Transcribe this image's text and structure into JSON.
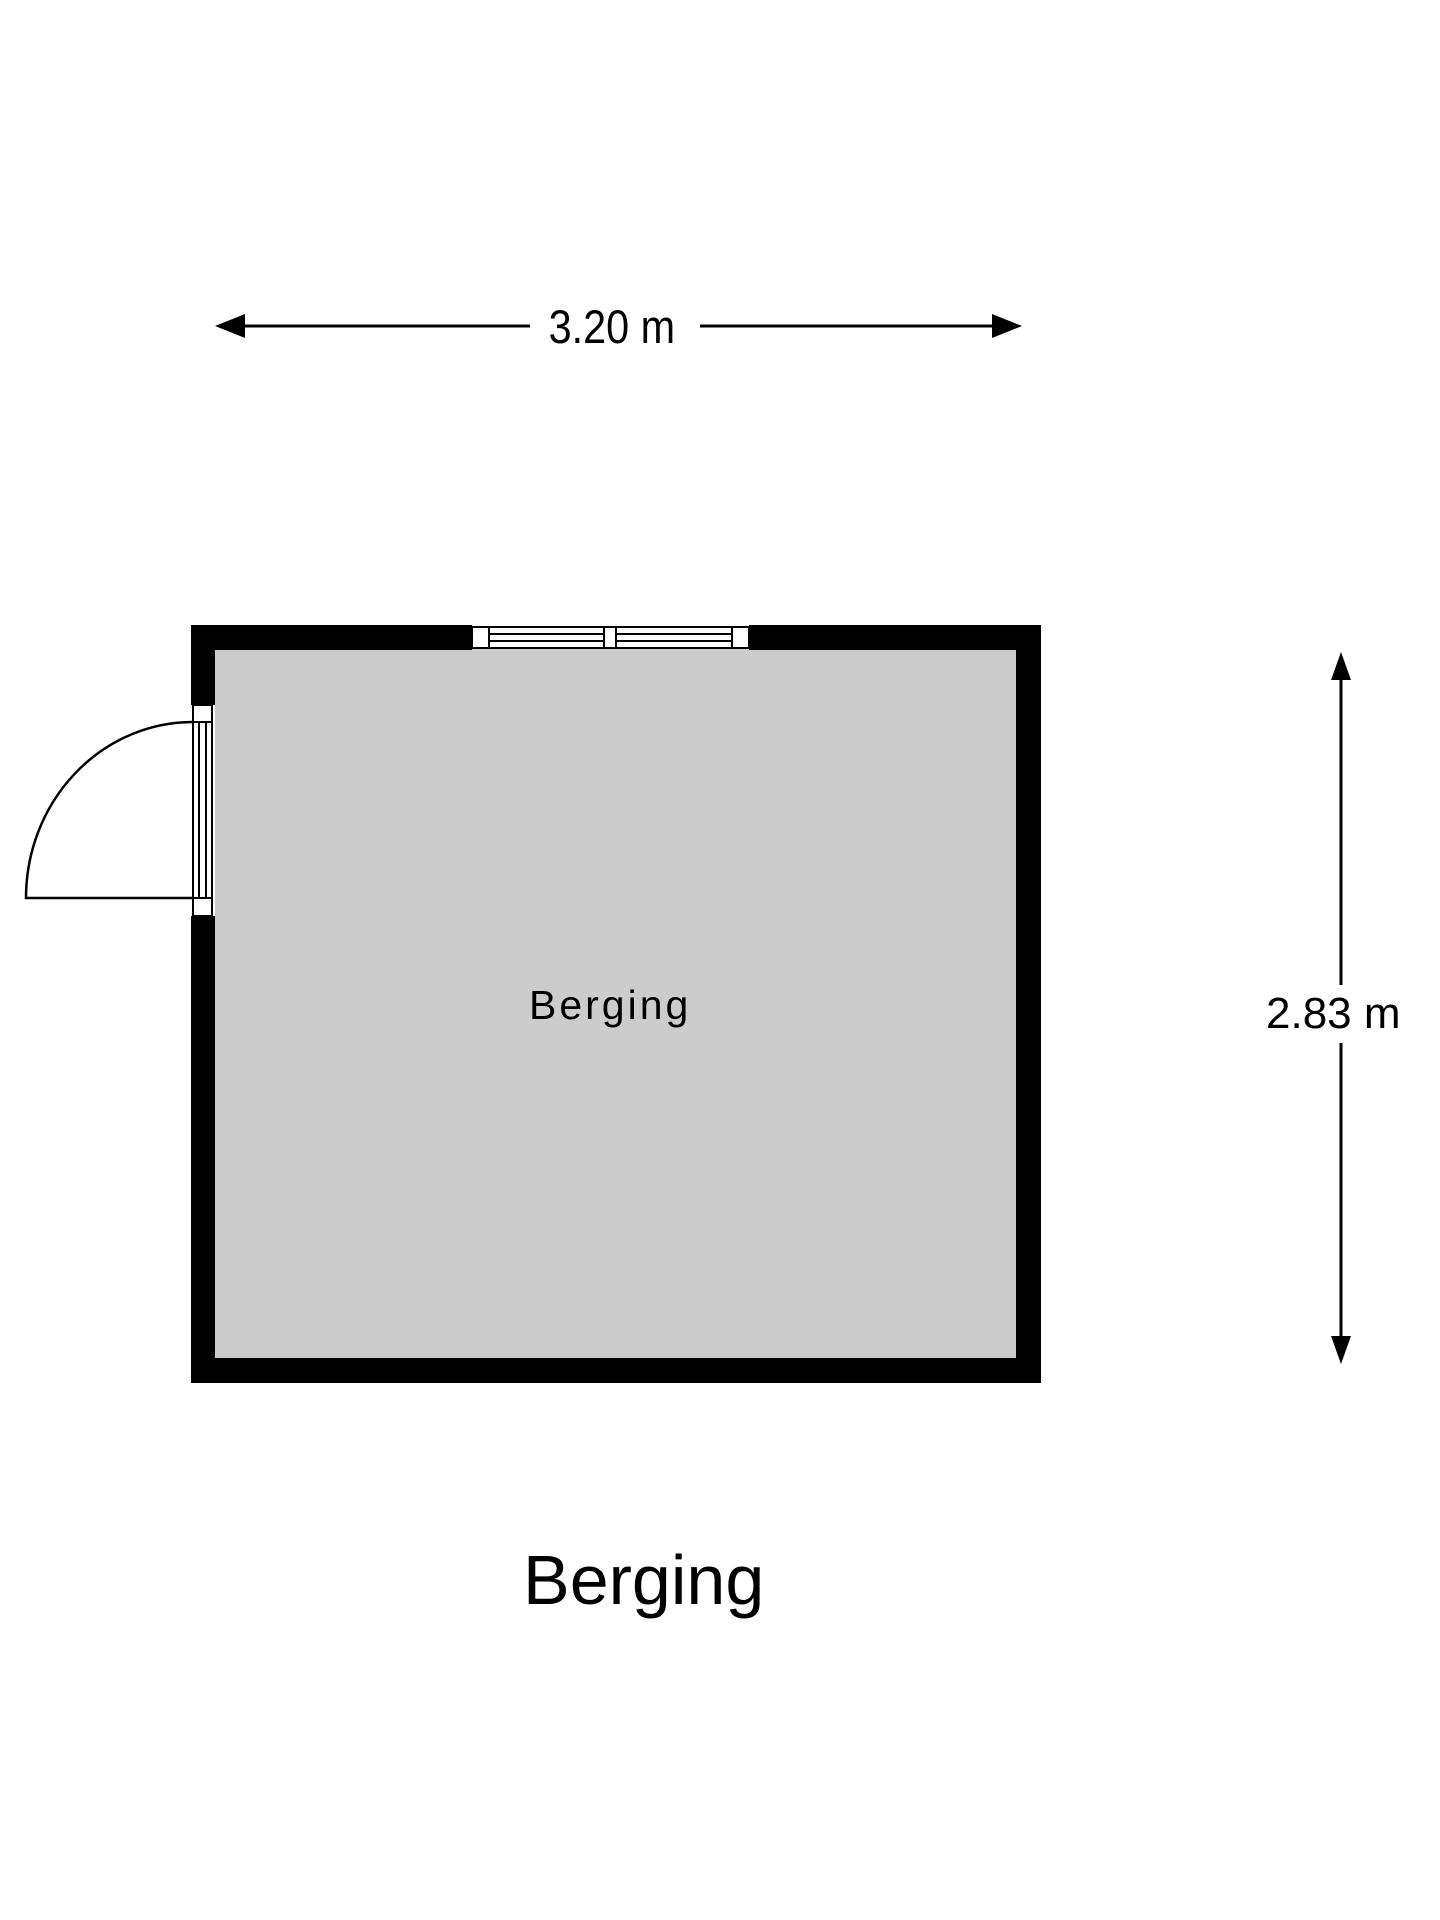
{
  "floorplan": {
    "title": "Berging",
    "rooms": [
      {
        "name": "Berging",
        "fill": "#cccccc"
      }
    ],
    "dimensions": {
      "width": "3.20 m",
      "height": "2.83 m"
    },
    "openings": [
      {
        "type": "door",
        "wall": "left",
        "swing": "outward"
      },
      {
        "type": "window",
        "wall": "top",
        "panes": 2
      }
    ],
    "colors": {
      "wall": "#000000",
      "floor": "#cccccc",
      "background": "#ffffff"
    }
  }
}
